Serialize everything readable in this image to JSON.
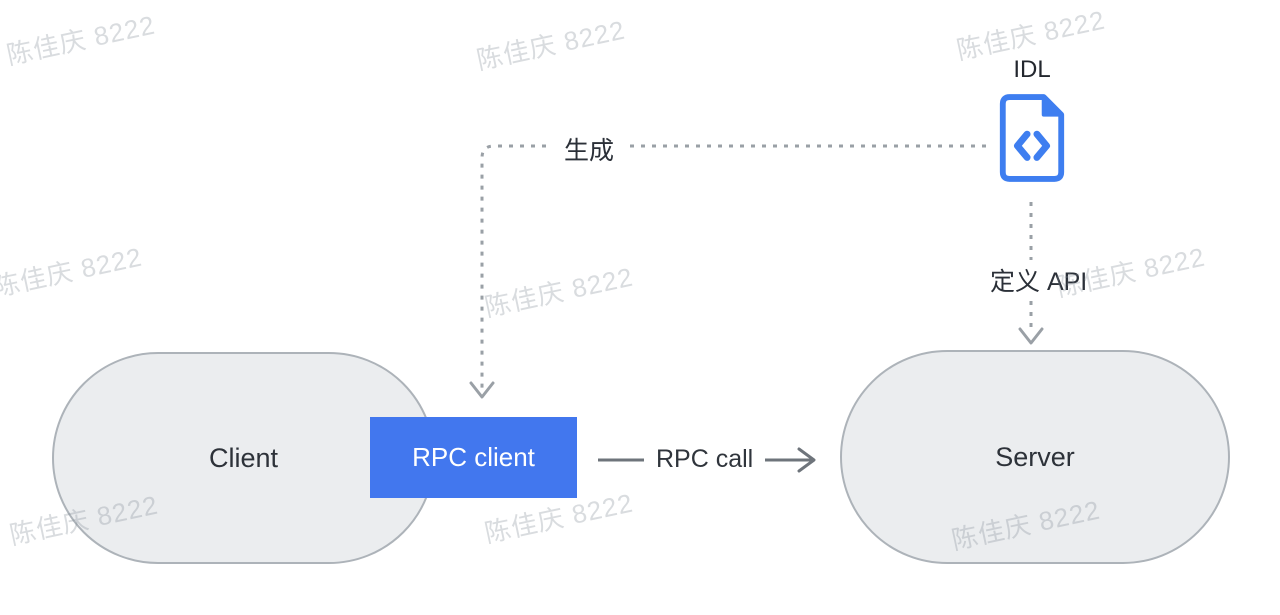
{
  "diagram": {
    "nodes": {
      "client": "Client",
      "rpc_client": "RPC client",
      "server": "Server",
      "idl": "IDL"
    },
    "edges": {
      "generate": "生成",
      "define_api": "定义 API",
      "rpc_call": "RPC call"
    }
  },
  "watermark": {
    "text": "陈佳庆 8222"
  },
  "colors": {
    "accent_blue": "#4277ee",
    "icon_blue": "#3e7ef0",
    "node_fill": "#ebedef",
    "node_border": "#adb3b9",
    "dashed_connector": "#9aa0a6",
    "solid_connector": "#6e747b",
    "text": "#2b3038",
    "watermark_gray": "#d0d3d7"
  }
}
